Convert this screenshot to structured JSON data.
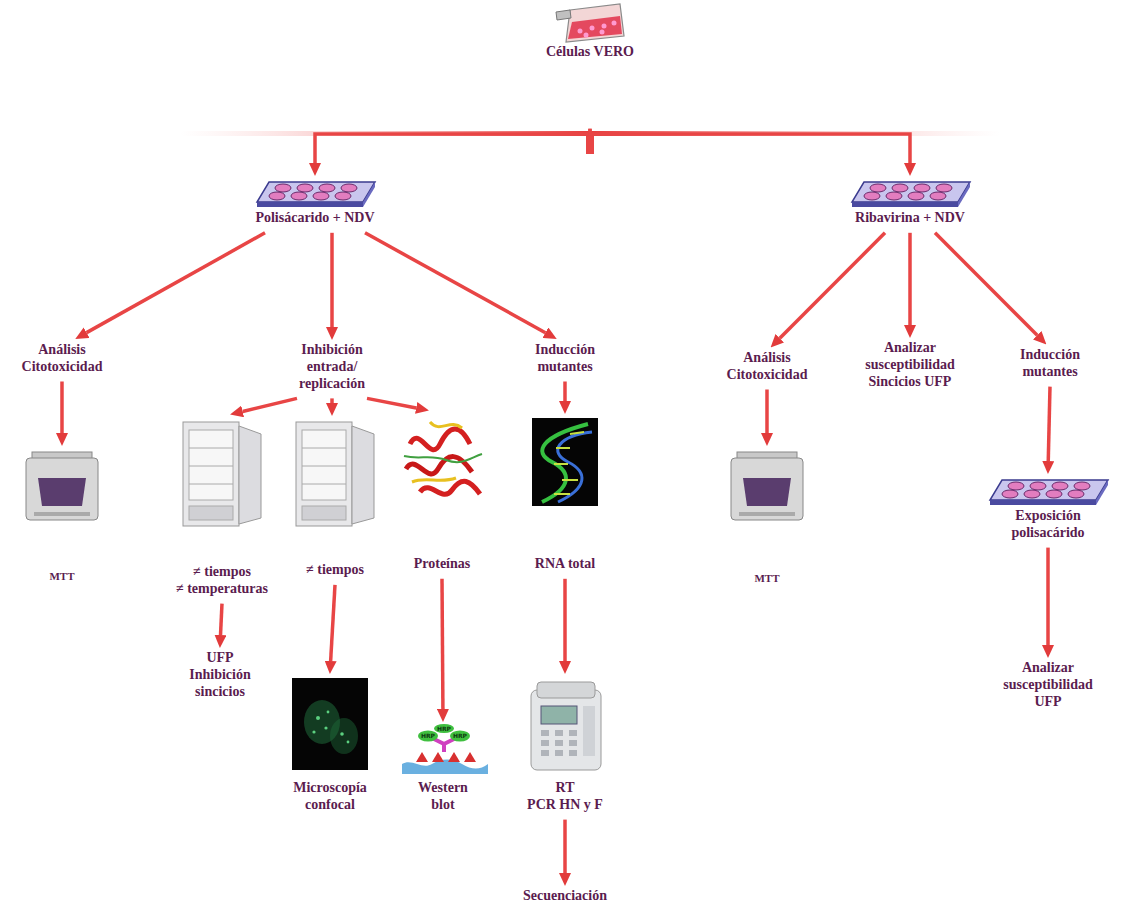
{
  "diagram": {
    "nodes": [
      {
        "text": [
          "Células VERO"
        ]
      },
      {
        "text": [
          "Polisácarido + NDV"
        ]
      },
      {
        "text": [
          "Ribavirina + NDV"
        ]
      },
      {
        "text": [
          "Análisis Citotoxicidad"
        ]
      },
      {
        "text": [
          "Inhibición entrada/ replicación"
        ]
      },
      {
        "text": [
          "Inducción mutantes"
        ]
      },
      {
        "text": [
          "Análisis Citotoxicidad"
        ]
      },
      {
        "text": [
          "Analizar susceptibilidad Sincicios UFP"
        ]
      },
      {
        "text": [
          "Inducción mutantes"
        ]
      },
      {
        "text": [
          "MTT"
        ]
      },
      {
        "text": [
          "≠ tiempos",
          "≠ temperaturas"
        ]
      },
      {
        "text": [
          "≠ tiempos"
        ]
      },
      {
        "text": [
          "Proteínas"
        ]
      },
      {
        "text": [
          "RNA total"
        ]
      },
      {
        "text": [
          "MTT"
        ]
      },
      {
        "text": [
          "Exposición polisacárido"
        ]
      },
      {
        "text": [
          "UFP Inhibición sincicios"
        ]
      },
      {
        "text": [
          "Microscopía confocal"
        ]
      },
      {
        "text": [
          "Western blot"
        ]
      },
      {
        "text": [
          "RT",
          "PCR HN y F"
        ]
      },
      {
        "text": [
          "Secuenciación"
        ]
      },
      {
        "text": [
          "Analizar susceptibilidad UFP"
        ]
      }
    ],
    "edges": [
      {
        "from": 0,
        "to": 1,
        "arrow": "to"
      },
      {
        "from": 0,
        "to": 2,
        "arrow": "to"
      },
      {
        "from": 1,
        "to": 3,
        "arrow": "to"
      },
      {
        "from": 1,
        "to": 4,
        "arrow": "to"
      },
      {
        "from": 1,
        "to": 5,
        "arrow": "to"
      },
      {
        "from": 2,
        "to": 6,
        "arrow": "to"
      },
      {
        "from": 2,
        "to": 7,
        "arrow": "to"
      },
      {
        "from": 2,
        "to": 8,
        "arrow": "to"
      },
      {
        "from": 3,
        "to": 9,
        "arrow": "to"
      },
      {
        "from": 4,
        "to": 10,
        "arrow": "to"
      },
      {
        "from": 4,
        "to": 11,
        "arrow": "to"
      },
      {
        "from": 4,
        "to": 12,
        "arrow": "to"
      },
      {
        "from": 5,
        "to": 13,
        "arrow": "to"
      },
      {
        "from": 6,
        "to": 14,
        "arrow": "to"
      },
      {
        "from": 8,
        "to": 15,
        "arrow": "to"
      },
      {
        "from": 10,
        "to": 16,
        "arrow": "to"
      },
      {
        "from": 11,
        "to": 17,
        "arrow": "to"
      },
      {
        "from": 12,
        "to": 18,
        "arrow": "to"
      },
      {
        "from": 13,
        "to": 19,
        "arrow": "to"
      },
      {
        "from": 15,
        "to": 21,
        "arrow": "to"
      },
      {
        "from": 19,
        "to": 20,
        "arrow": "to"
      }
    ],
    "labels": [
      "HRP",
      "HRP",
      "HRP"
    ]
  }
}
